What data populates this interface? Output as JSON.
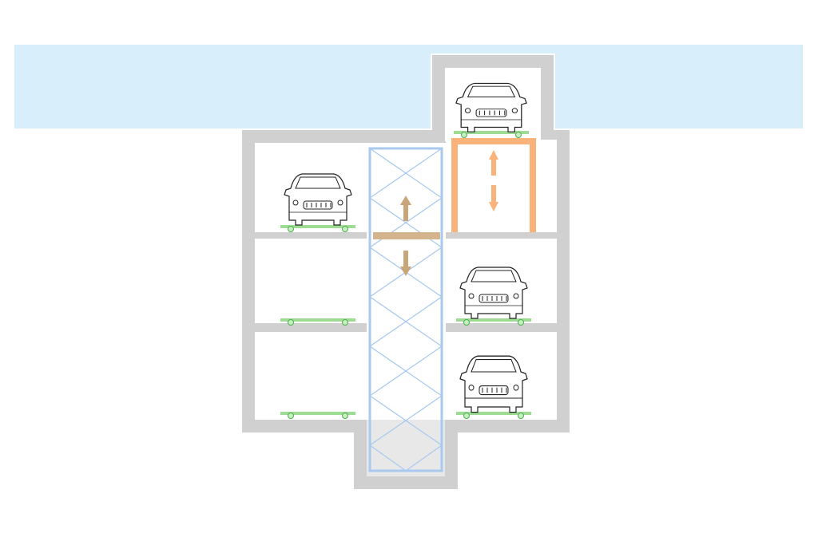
{
  "colors": {
    "sky": "#d9eefb",
    "wall": "#d0d0d0",
    "pit": "#e8e8e8",
    "lift_frame": "#a9c9ef",
    "platform": "#d4b48c",
    "elevator": "#f8b27a",
    "pallet": "#9edc93",
    "car_line": "#222222"
  },
  "parking_bays": [
    {
      "name": "tower-top",
      "occupied": true
    },
    {
      "name": "left-level-1",
      "occupied": true
    },
    {
      "name": "left-level-2",
      "occupied": false
    },
    {
      "name": "left-level-3",
      "occupied": false
    },
    {
      "name": "right-level-2",
      "occupied": true
    },
    {
      "name": "right-level-3",
      "occupied": true
    }
  ],
  "icons": [
    "arrow-up-icon",
    "arrow-down-icon",
    "car-icon"
  ]
}
